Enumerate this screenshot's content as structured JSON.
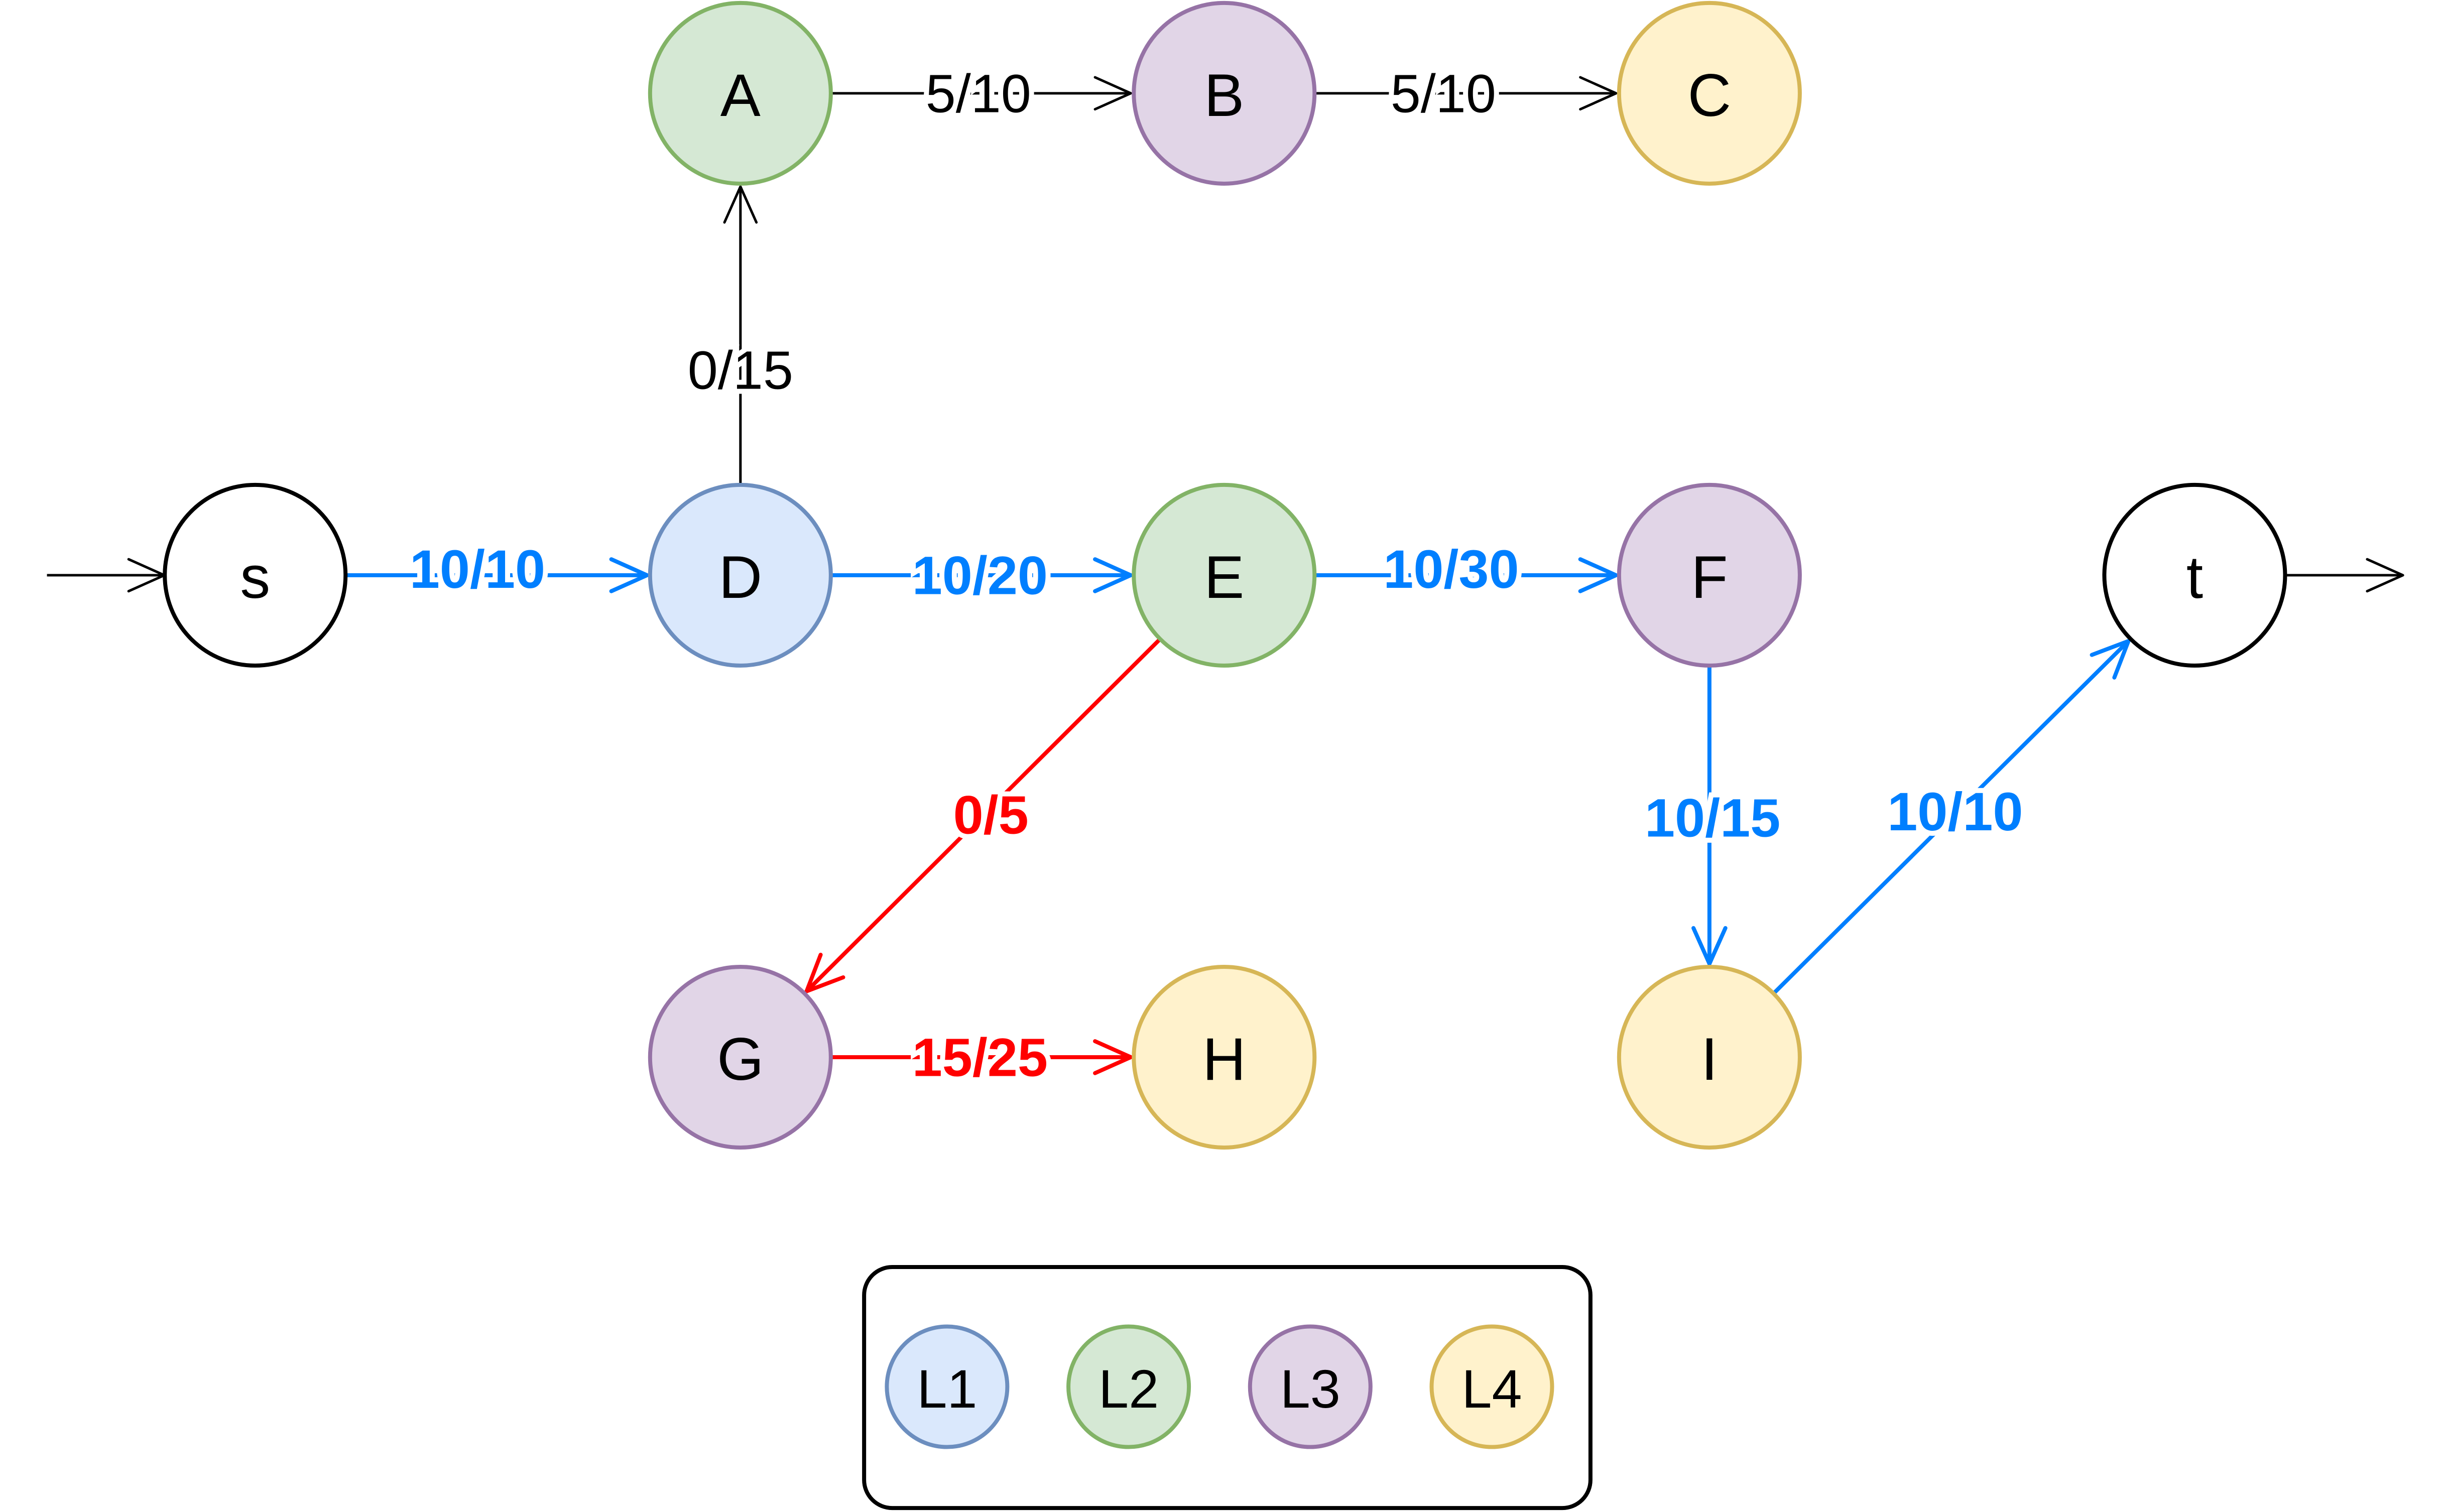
{
  "colors": {
    "stroke_default": "#000000",
    "highlight_blue": "#007fff",
    "highlight_red": "#ff0000",
    "white": "#ffffff",
    "levels": {
      "L1": {
        "fill": "#dae8fc",
        "stroke": "#6c8ebf"
      },
      "L2": {
        "fill": "#d5e8d4",
        "stroke": "#82b366"
      },
      "L3": {
        "fill": "#e1d5e7",
        "stroke": "#9673a6"
      },
      "L4": {
        "fill": "#fff2cc",
        "stroke": "#d6b656"
      }
    }
  },
  "nodes": [
    {
      "id": "A",
      "label": "A",
      "level": "L2"
    },
    {
      "id": "B",
      "label": "B",
      "level": "L3"
    },
    {
      "id": "C",
      "label": "C",
      "level": "L4"
    },
    {
      "id": "s",
      "label": "s",
      "level": null
    },
    {
      "id": "D",
      "label": "D",
      "level": "L1"
    },
    {
      "id": "E",
      "label": "E",
      "level": "L2"
    },
    {
      "id": "F",
      "label": "F",
      "level": "L3"
    },
    {
      "id": "t",
      "label": "t",
      "level": null
    },
    {
      "id": "G",
      "label": "G",
      "level": "L3"
    },
    {
      "id": "H",
      "label": "H",
      "level": "L4"
    },
    {
      "id": "I",
      "label": "I",
      "level": "L4"
    }
  ],
  "edges": [
    {
      "from": "A",
      "to": "B",
      "label": "5/10",
      "style": "default"
    },
    {
      "from": "B",
      "to": "C",
      "label": "5/10",
      "style": "default"
    },
    {
      "from": "D",
      "to": "A",
      "label": "0/15",
      "style": "default"
    },
    {
      "from": "s",
      "to": "D",
      "label": "10/10",
      "style": "blue"
    },
    {
      "from": "D",
      "to": "E",
      "label": "10/20",
      "style": "blue"
    },
    {
      "from": "E",
      "to": "F",
      "label": "10/30",
      "style": "blue"
    },
    {
      "from": "E",
      "to": "G",
      "label": "0/5",
      "style": "red"
    },
    {
      "from": "G",
      "to": "H",
      "label": "15/25",
      "style": "red"
    },
    {
      "from": "F",
      "to": "I",
      "label": "10/15",
      "style": "blue"
    },
    {
      "from": "I",
      "to": "t",
      "label": "10/10",
      "style": "blue"
    }
  ],
  "legend": {
    "items": [
      {
        "id": "L1",
        "label": "L1"
      },
      {
        "id": "L2",
        "label": "L2"
      },
      {
        "id": "L3",
        "label": "L3"
      },
      {
        "id": "L4",
        "label": "L4"
      }
    ]
  }
}
